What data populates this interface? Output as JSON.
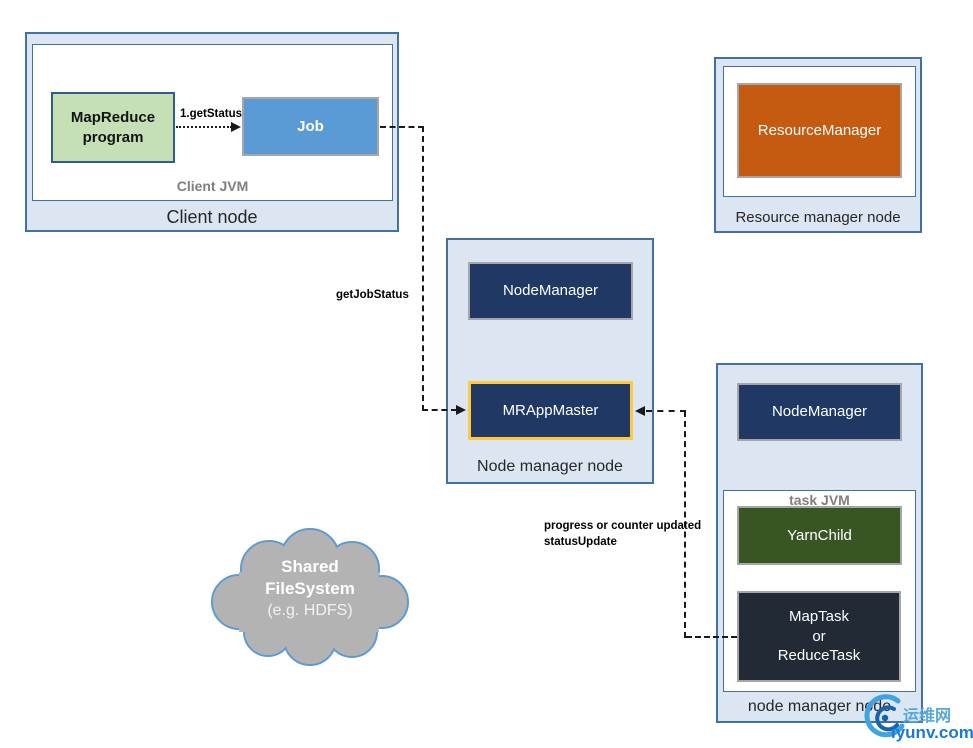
{
  "colors": {
    "container_fill": "#dce6f2",
    "container_border": "#41719c",
    "navy": "#1f3864",
    "gold_border": "#ffc83d",
    "light_green": "#c5e0b4",
    "dark_green": "#375623",
    "blue": "#5b9bd5",
    "orange": "#c55a11",
    "charcoal": "#222a35",
    "gray_border": "#a6a6a6",
    "cloud_fill": "#b3b3b3",
    "cloud_border": "#5b9bd5"
  },
  "client_node": {
    "title": "Client node",
    "jvm_title": "Client JVM",
    "program_label": "MapReduce program",
    "job_label": "Job"
  },
  "resource_manager_node": {
    "title": "Resource manager node",
    "box_label": "ResourceManager"
  },
  "app_master_node": {
    "title": "Node manager node",
    "node_manager_label": "NodeManager",
    "mr_app_master_label": "MRAppMaster"
  },
  "task_node": {
    "title": "node manager node",
    "node_manager_label": "NodeManager",
    "jvm_title": "task JVM",
    "yarn_child_label": "YarnChild",
    "task_lines": [
      "MapTask",
      "or",
      "ReduceTask"
    ]
  },
  "cloud": {
    "lines": [
      "Shared",
      "FileSystem",
      "(e.g. HDFS)"
    ]
  },
  "edges": {
    "get_status": "1.getStatus",
    "get_job_status": "getJobStatus",
    "progress_line1": "progress or counter updated",
    "progress_line2": "statusUpdate"
  },
  "watermark": {
    "site": "运维网",
    "url": "iyunv.com"
  }
}
